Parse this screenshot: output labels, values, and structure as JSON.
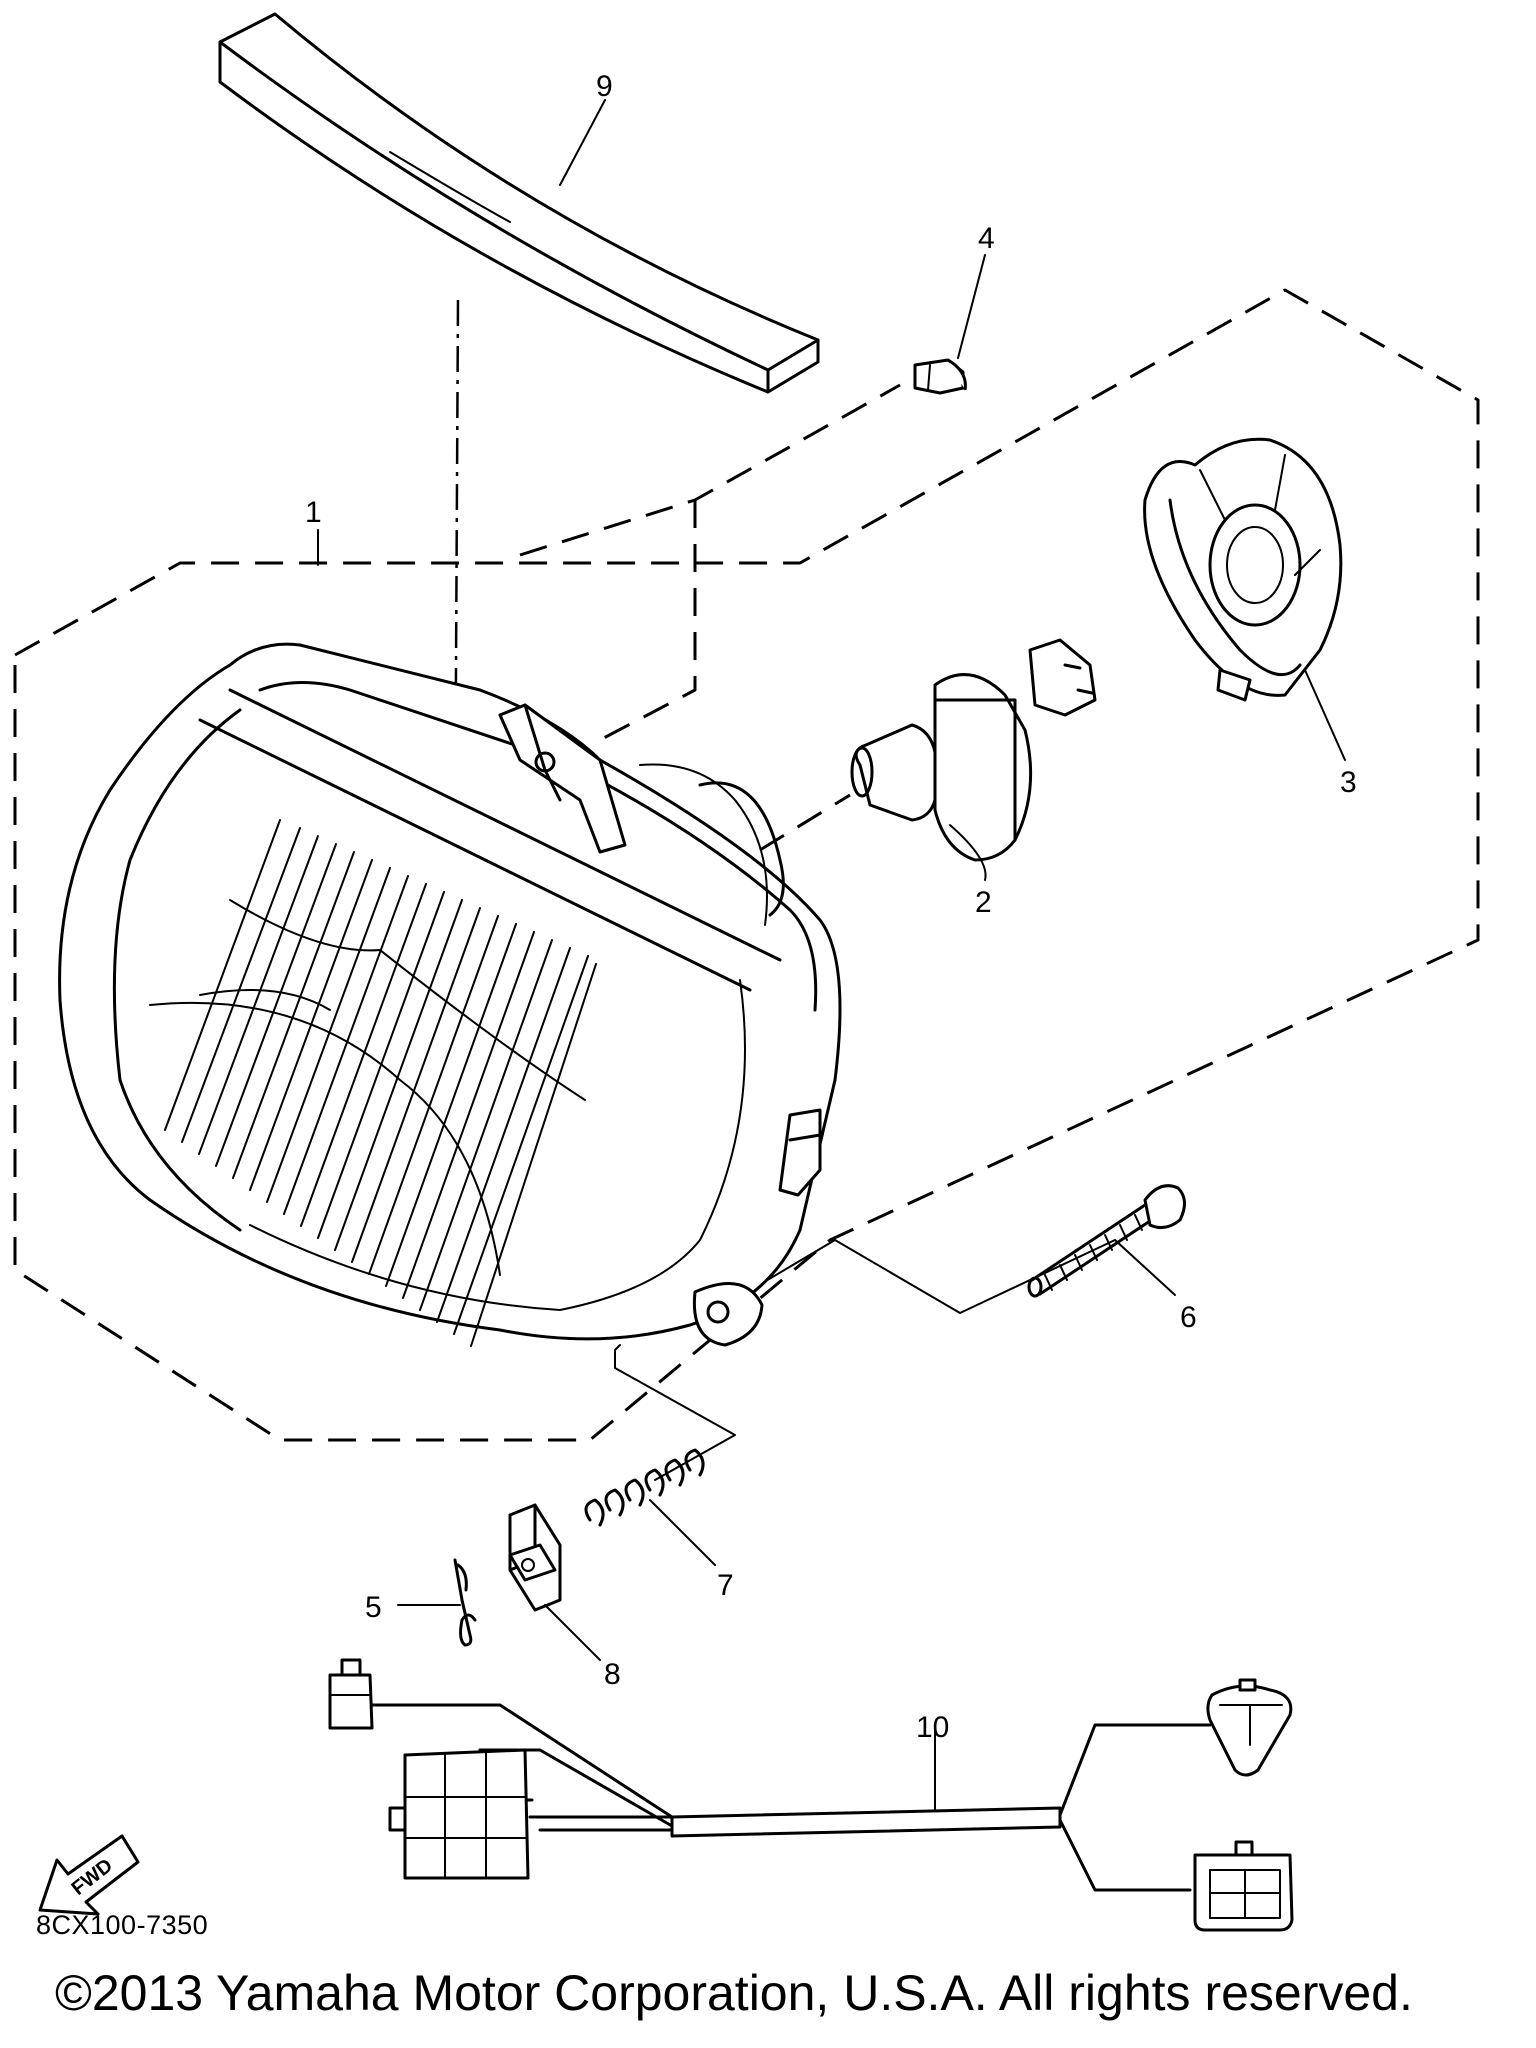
{
  "diagram": {
    "code": "8CX100-7350",
    "copyright": "©2013 Yamaha Motor Corporation, U.S.A. All rights reserved.",
    "fwd_label": "FWD",
    "fwd_icon": "fwd-arrow-icon",
    "callouts": [
      {
        "id": "callout-1",
        "label": "1"
      },
      {
        "id": "callout-2",
        "label": "2"
      },
      {
        "id": "callout-3",
        "label": "3"
      },
      {
        "id": "callout-4",
        "label": "4"
      },
      {
        "id": "callout-5",
        "label": "5"
      },
      {
        "id": "callout-6",
        "label": "6"
      },
      {
        "id": "callout-7",
        "label": "7"
      },
      {
        "id": "callout-8",
        "label": "8"
      },
      {
        "id": "callout-9",
        "label": "9"
      },
      {
        "id": "callout-10",
        "label": "10"
      }
    ]
  }
}
